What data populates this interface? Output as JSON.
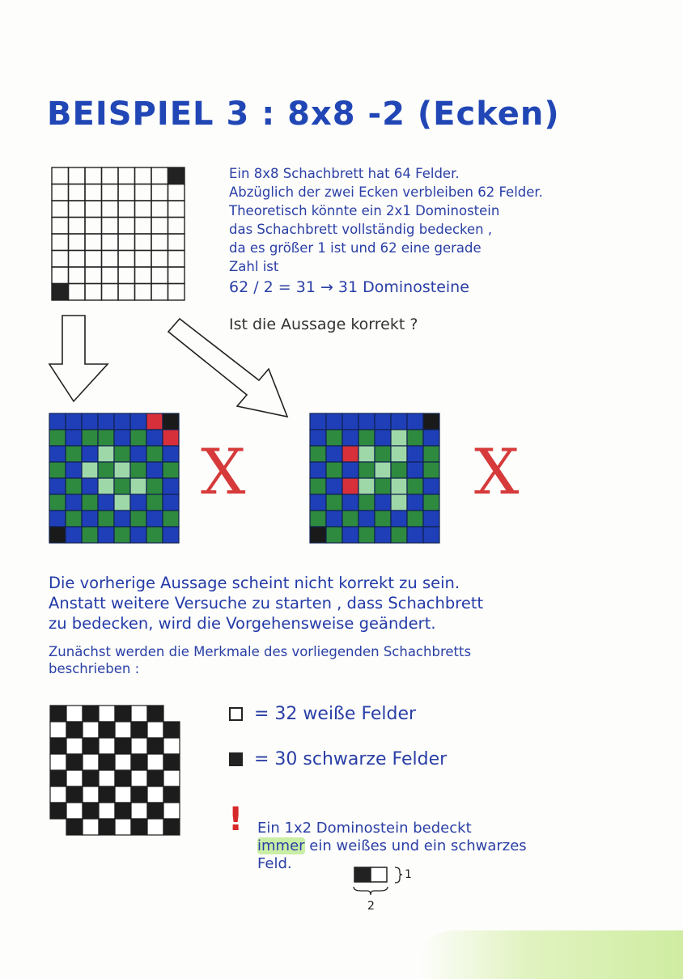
{
  "title": "BEISPIEL 3 :  8x8 -2 (Ecken)",
  "intro_lines": [
    "Ein 8x8 Schachbrett hat 64 Felder.",
    "Abzüglich der zwei Ecken verbleiben 62 Felder.",
    "Theoretisch könnte ein 2x1 Dominostein",
    "das Schachbrett vollständig bedecken ,",
    "da es größer 1 ist und 62 eine gerade",
    "Zahl ist"
  ],
  "calculation": "62 / 2 = 31 → 31 Dominosteine",
  "question": "Ist die Aussage korrekt ?",
  "cross_symbol": "X",
  "conclusion_lines": [
    "Die vorherige Aussage scheint nicht korrekt zu sein.",
    "Anstatt weitere Versuche zu starten , dass Schachbrett",
    "zu bedecken, wird die Vorgehensweise geändert."
  ],
  "features_lines": [
    "Zunächst werden die Merkmale des vorliegenden Schachbretts",
    "beschrieben :"
  ],
  "legend": {
    "white_label": "= 32 weiße Felder",
    "black_label": "= 30 schwarze Felder"
  },
  "note": {
    "exclamation": "!",
    "line1": "Ein 1x2 Dominostein bedeckt",
    "line2_highlight": "immer",
    "line2_rest": " ein weißes und ein schwarzes",
    "line3": "Feld."
  },
  "domino_labels": {
    "height": "1",
    "width": "2"
  },
  "colors": {
    "ink_blue": "#2a3fa6",
    "red": "#d63a3a",
    "board_blue": "#1f3fb8",
    "board_green": "#2e8a3e",
    "board_light": "#9fd8a8",
    "highlight": "#8cdc3c"
  }
}
